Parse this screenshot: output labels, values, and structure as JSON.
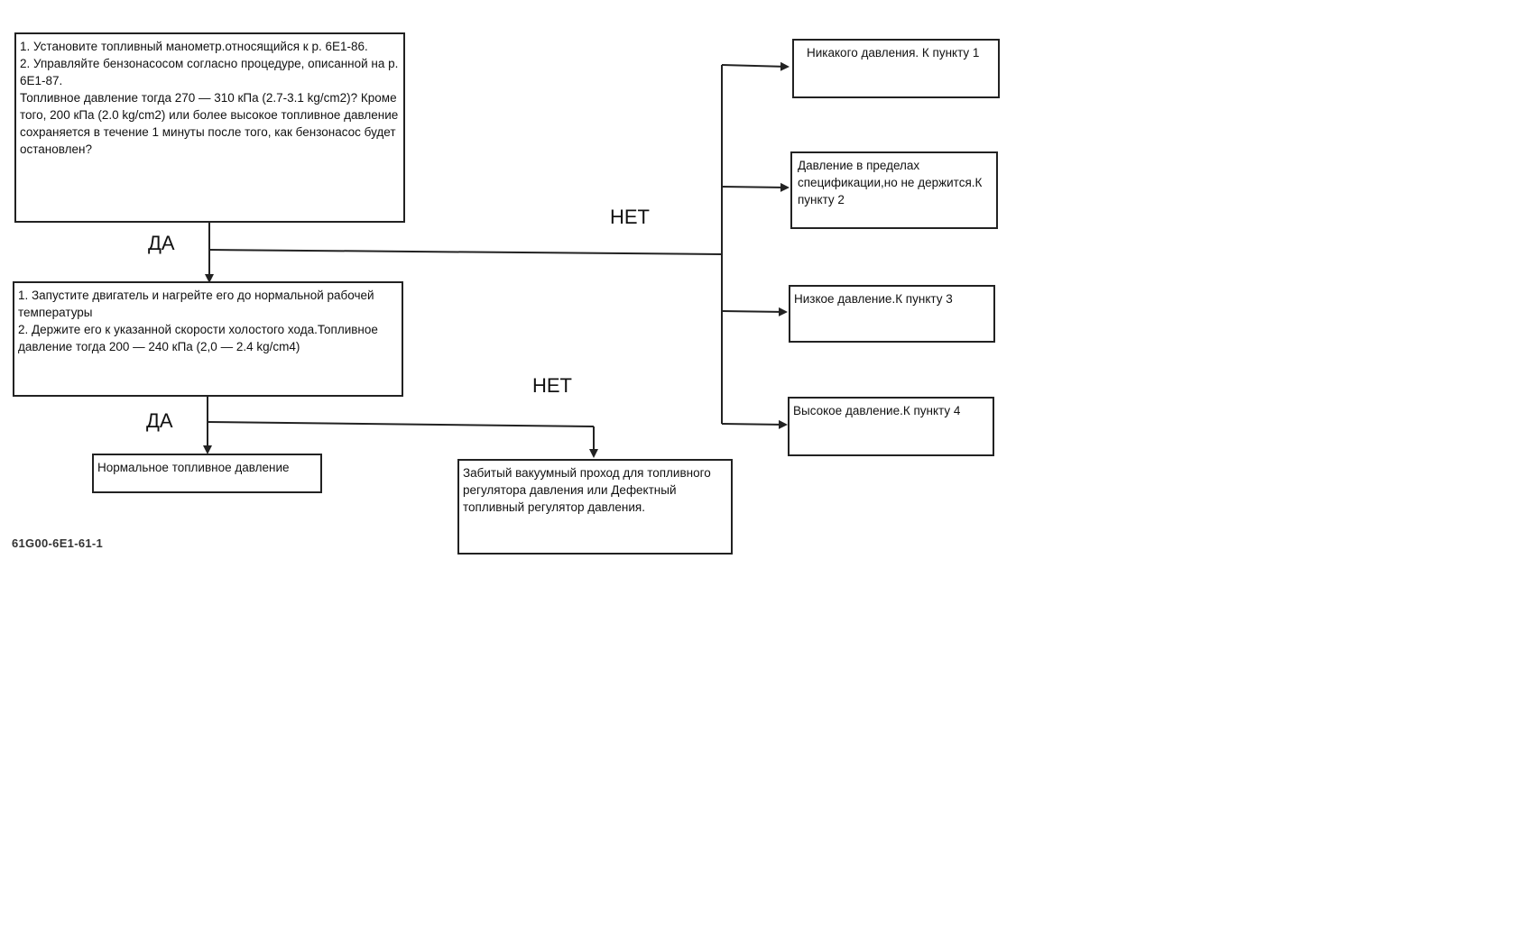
{
  "box_check_pressure": {
    "lines": [
      "1. Установите топливный манометр.относящийся к р. 6Е1-86.",
      "2. Управляйте бензонасосом согласно процедуре, описанной на р. 6Е1-87.",
      "Топливное давление тогда 270 — 310 кПа (2.7-3.1 kg/cm2)? Кроме того, 200 кПа (2.0 kg/cm2) или более высокое топливное давление сохраняется в течение 1 минуты после того, как бензонасос будет остановлен?"
    ]
  },
  "box_engine_idle": {
    "lines": [
      "1. Запустите двигатель и нагрейте его до нормальной рабочей температуры",
      "2. Держите его к указанной скорости холостого хода.Топливное давление тогда 200 — 240 кПа (2,0 — 2.4 kg/cm4)"
    ]
  },
  "box_normal": {
    "text": "Нормальное топливное давление"
  },
  "box_regulator": {
    "text": "Забитый вакуумный проход для топливного регулятора давления или Дефектный топливный регулятор давления."
  },
  "box_no_pressure": {
    "text": "Никакого давления. К пункту 1"
  },
  "box_pressure_not_held": {
    "text": "Давление в пределах спецификации,но не держится.К пункту 2"
  },
  "box_low_pressure": {
    "text": "Низкое давление.К пункту 3"
  },
  "box_high_pressure": {
    "text": "Высокое давление.К пункту 4"
  },
  "labels": {
    "yes_1": "ДА",
    "no_1": "НЕТ",
    "yes_2": "ДА",
    "no_2": "НЕТ"
  },
  "figure_code": "61G00-6E1-61-1",
  "colors": {
    "line": "#222222",
    "background": "#ffffff"
  }
}
